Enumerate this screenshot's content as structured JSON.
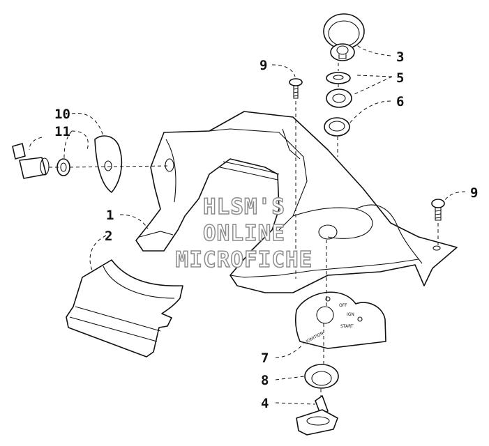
{
  "callouts": {
    "c1": "1",
    "c2": "2",
    "c3": "3",
    "c4": "4",
    "c5": "5",
    "c6": "6",
    "c7": "7",
    "c8": "8",
    "c9a": "9",
    "c9b": "9",
    "c10": "10",
    "c11": "11"
  },
  "switch_face": {
    "off": "OFF",
    "ign": "IGN",
    "start": "START",
    "ignition": "IGNITION"
  },
  "watermark": {
    "line1": "HLSM'S",
    "line2": "ONLINE",
    "line3": "MICROFICHE"
  }
}
